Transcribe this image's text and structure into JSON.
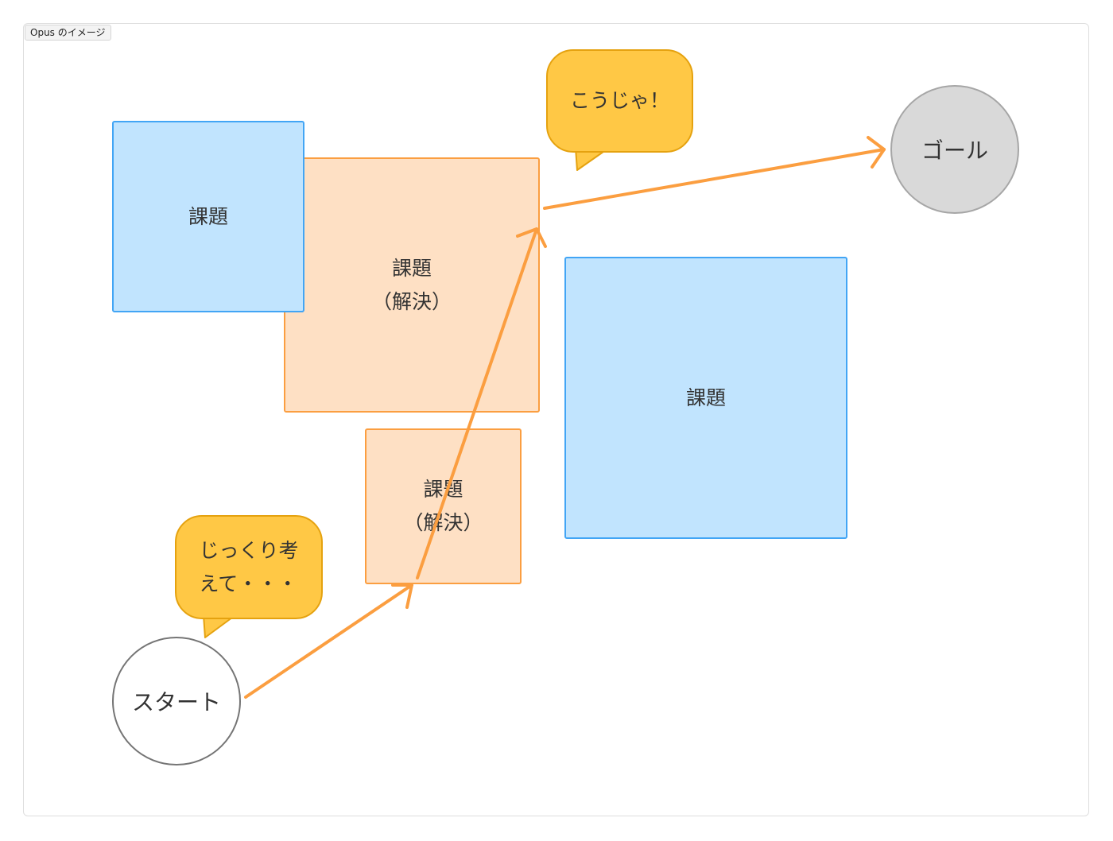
{
  "frame": {
    "label": "Opus のイメージ"
  },
  "nodes": {
    "problem_top_left": "課題",
    "solved_large": "課題\n（解決）",
    "solved_small": "課題\n（解決）",
    "problem_right": "課題",
    "start": "スタート",
    "goal": "ゴール"
  },
  "bubbles": {
    "think": "じっくり考\nえて・・・",
    "aha": "こうじゃ！"
  },
  "colors": {
    "problem_fill": "#c1e4fe",
    "problem_stroke": "#42a5f5",
    "solved_fill": "#fee0c4",
    "solved_stroke": "#fb9e40",
    "bubble_fill": "#ffc845",
    "bubble_stroke": "#e5a20f",
    "arrow": "#fb9e40",
    "goal_fill": "#d9d9d9"
  },
  "edges": [
    {
      "from": "start",
      "to": "solved_small"
    },
    {
      "from": "solved_small",
      "to": "solved_large"
    },
    {
      "from": "solved_large",
      "to": "goal"
    }
  ]
}
